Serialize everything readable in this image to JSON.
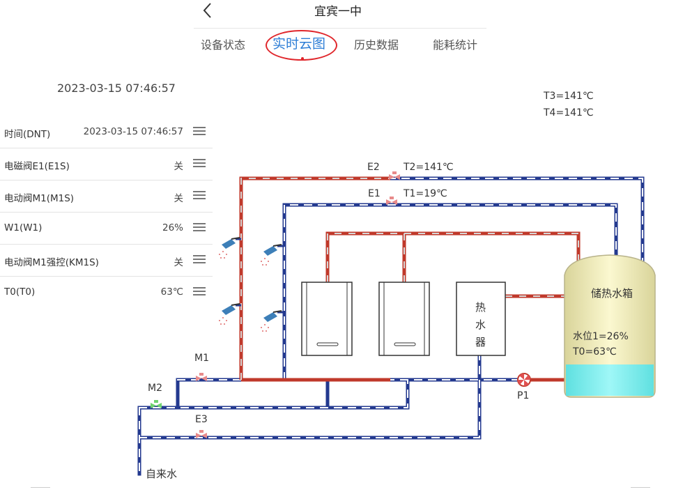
{
  "header": {
    "title": "宜宾一中",
    "tabs": [
      {
        "label": "设备状态"
      },
      {
        "label": "实时云图"
      },
      {
        "label": "历史数据"
      },
      {
        "label": "能耗统计"
      }
    ]
  },
  "timestamp": "2023-03-15 07:46:57",
  "data_rows": [
    {
      "label": "时间(DNT)",
      "value": "2023-03-15 07:46:57"
    },
    {
      "label": "电磁阀E1(E1S)",
      "value": "关"
    },
    {
      "label": "电动阀M1(M1S)",
      "value": "关"
    },
    {
      "label": "W1(W1)",
      "value": "26%"
    },
    {
      "label": "电动阀M1强控(KM1S)",
      "value": "关"
    },
    {
      "label": "T0(T0)",
      "value": "63℃"
    }
  ],
  "readouts": {
    "t3": "T3=141℃",
    "t4": "T4=141℃"
  },
  "diagram": {
    "e2": "E2",
    "t2": "T2=141℃",
    "e1": "E1",
    "t1": "T1=19℃",
    "m1": "M1",
    "m2": "M2",
    "e3": "E3",
    "p1": "P1",
    "water_source": "自来水",
    "heater": [
      "热",
      "水",
      "器"
    ],
    "tank": {
      "title": "储热水箱",
      "level": "水位1=26%",
      "temp": "T0=63℃",
      "level_fraction": 0.26
    }
  },
  "colors": {
    "accent": "#2e7ed6",
    "highlight_ring": "#e0262b",
    "hot_pipe": "#c0392b",
    "cold_pipe": "#23398f",
    "tank_water": "#7ff0f0",
    "tank_body": "#f3f0b8"
  },
  "icons": [
    "back-chevron-icon",
    "menu-icon",
    "shower-head-icon",
    "valve-icon",
    "pump-icon"
  ]
}
